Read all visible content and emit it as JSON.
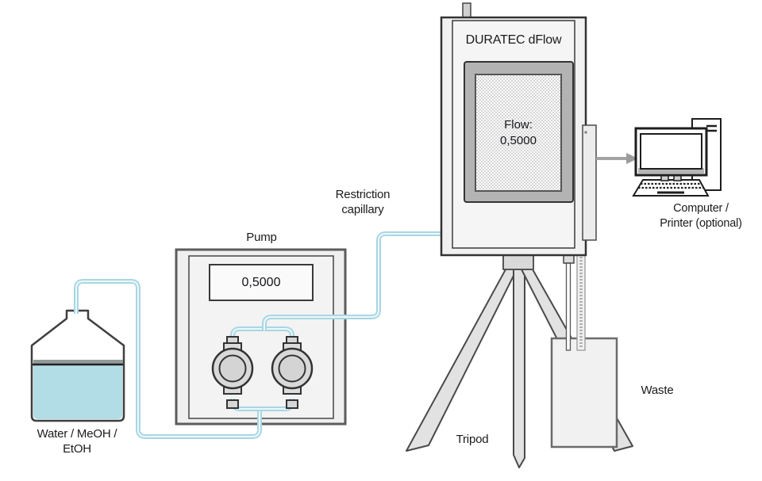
{
  "colors": {
    "tubing": "#a9d6e3",
    "tubing_highlight": "#ecf8fb",
    "liquid": "#b3dde6",
    "arrow": "#a3a3a3",
    "display_frame": "#b3b3b3"
  },
  "bottle": {
    "label_line1": "Water / MeOH /",
    "label_line2": "EtOH"
  },
  "pump": {
    "label": "Pump",
    "display_value": "0,5000"
  },
  "restriction_capillary": {
    "label_line1": "Restriction",
    "label_line2": "capillary"
  },
  "flow_meter": {
    "title": "DURATEC dFlow",
    "display_line1": "Flow:",
    "display_line2": "0,5000"
  },
  "computer": {
    "label_line1": "Computer /",
    "label_line2": "Printer (optional)"
  },
  "waste": {
    "label": "Waste"
  },
  "tripod": {
    "label": "Tripod"
  }
}
